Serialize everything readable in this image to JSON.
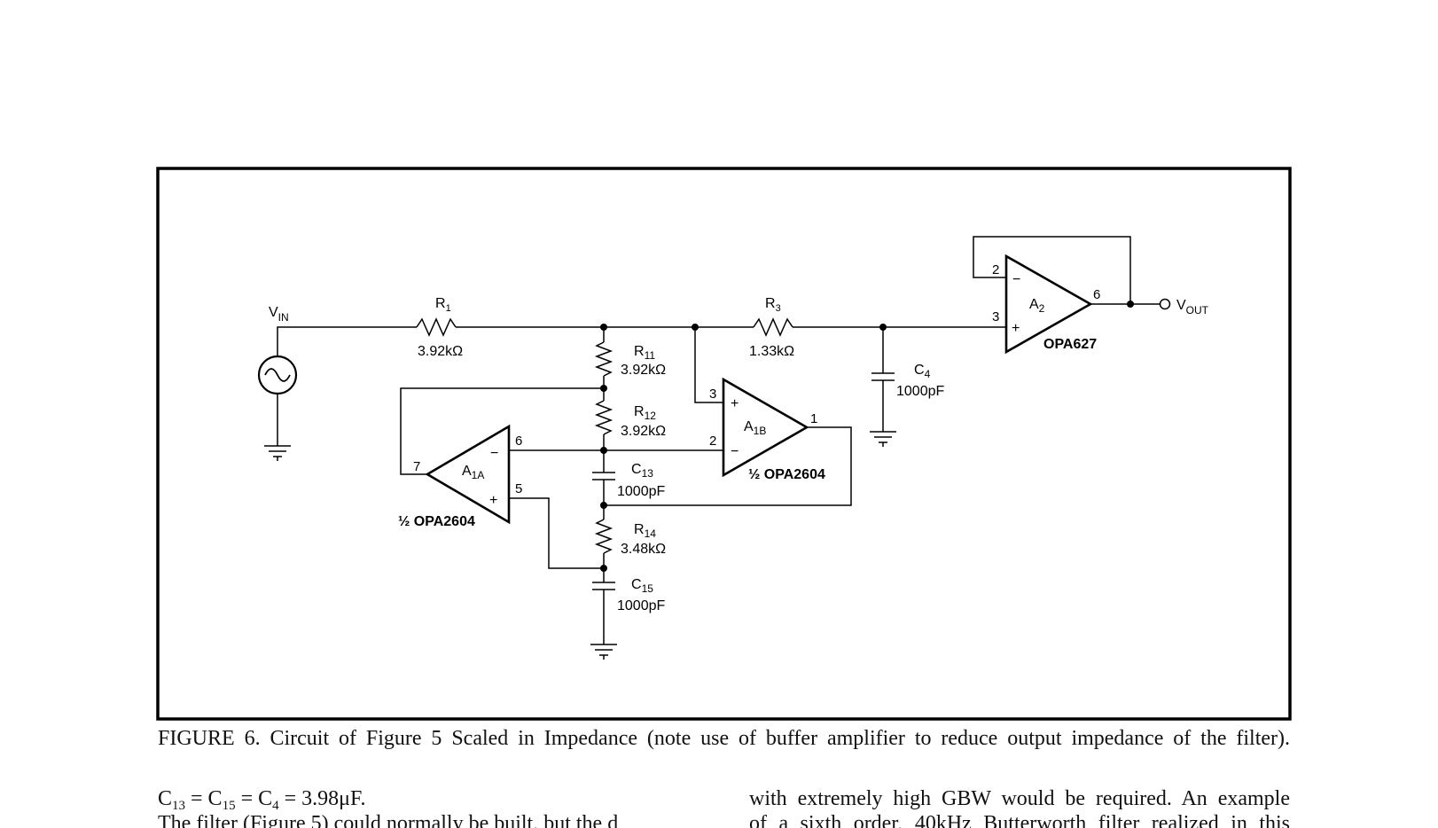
{
  "figure": {
    "caption": "FIGURE 6. Circuit of Figure 5 Scaled in Impedance (note use of buffer amplifier to reduce output impedance of the filter).",
    "labels": {
      "vin": "V",
      "vin_sub": "IN",
      "vout": "V",
      "vout_sub": "OUT",
      "r1": "R",
      "r1_sub": "1",
      "r1_value": "3.92kΩ",
      "r3": "R",
      "r3_sub": "3",
      "r3_value": "1.33kΩ",
      "r11": "R",
      "r11_sub": "11",
      "r11_value": "3.92kΩ",
      "r12": "R",
      "r12_sub": "12",
      "r12_value": "3.92kΩ",
      "r14": "R",
      "r14_sub": "14",
      "r14_value": "3.48kΩ",
      "c13": "C",
      "c13_sub": "13",
      "c13_value": "1000pF",
      "c15": "C",
      "c15_sub": "15",
      "c15_value": "1000pF",
      "c4": "C",
      "c4_sub": "4",
      "c4_value": "1000pF",
      "a1a": "A",
      "a1a_sub": "1A",
      "a1a_part": "½ OPA2604",
      "a1b": "A",
      "a1b_sub": "1B",
      "a1b_part": "½ OPA2604",
      "a2": "A",
      "a2_sub": "2",
      "a2_part": "OPA627"
    },
    "pins": {
      "a1a_out": "7",
      "a1a_inv": "6",
      "a1a_noninv": "5",
      "a1b_noninv": "3",
      "a1b_inv": "2",
      "a1b_out": "1",
      "a2_inv": "2",
      "a2_noninv": "3",
      "a2_out": "6"
    },
    "signs": {
      "plus": "+",
      "minus": "−"
    }
  },
  "body_text": {
    "left_line1_a": "C",
    "left_line1_sub1": "13",
    "left_line1_b": " = C",
    "left_line1_sub2": "15",
    "left_line1_c": " = C",
    "left_line1_sub3": "4",
    "left_line1_d": " = 3.98μF.",
    "left_line2": "The filter (Figure 5) could normally be built, but the d",
    "right_line1": "with extremely high GBW would be required. An example",
    "right_line2": "of a sixth order, 40kHz Butterworth filter realized in this"
  }
}
